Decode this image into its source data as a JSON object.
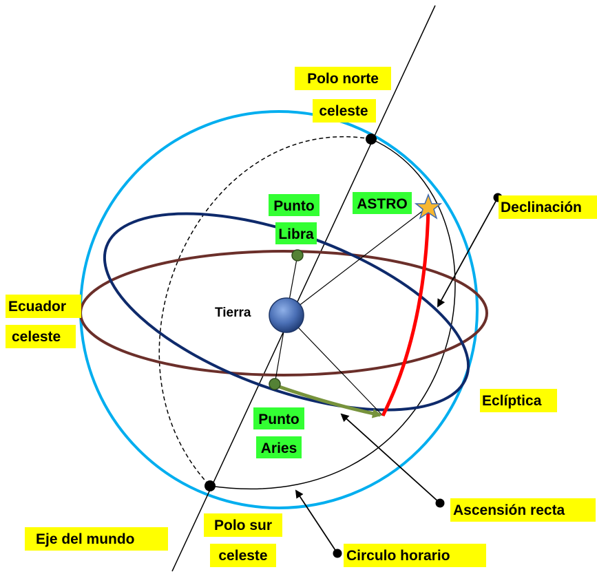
{
  "labels": {
    "polo_norte_line1": "Polo norte",
    "polo_norte_line2": "celeste",
    "punto_libra_line1": "Punto",
    "punto_libra_line2": "Libra",
    "astro": "ASTRO",
    "declinacion": "Declinación",
    "ecuador_line1": "Ecuador",
    "ecuador_line2": "celeste",
    "tierra": "Tierra",
    "ecliptica": "Eclíptica",
    "punto_aries_line1": "Punto",
    "punto_aries_line2": "Aries",
    "ascension_recta": "Ascensión recta",
    "eje_del_mundo": "Eje del mundo",
    "polo_sur_line1": "Polo sur",
    "polo_sur_line2": "celeste",
    "circulo_horario": "Circulo horario"
  },
  "colors": {
    "celestial_sphere": "#00aeef",
    "celestial_equator": "#6b2f2a",
    "ecliptic": "#0e2a6b",
    "declination_arc": "#ff0000",
    "right_ascension_arrow": "#77933c",
    "earth": "#4a6fb5",
    "highlight_yellow": "#ffff00",
    "highlight_green": "#33ff33",
    "star": "#f7b731"
  }
}
